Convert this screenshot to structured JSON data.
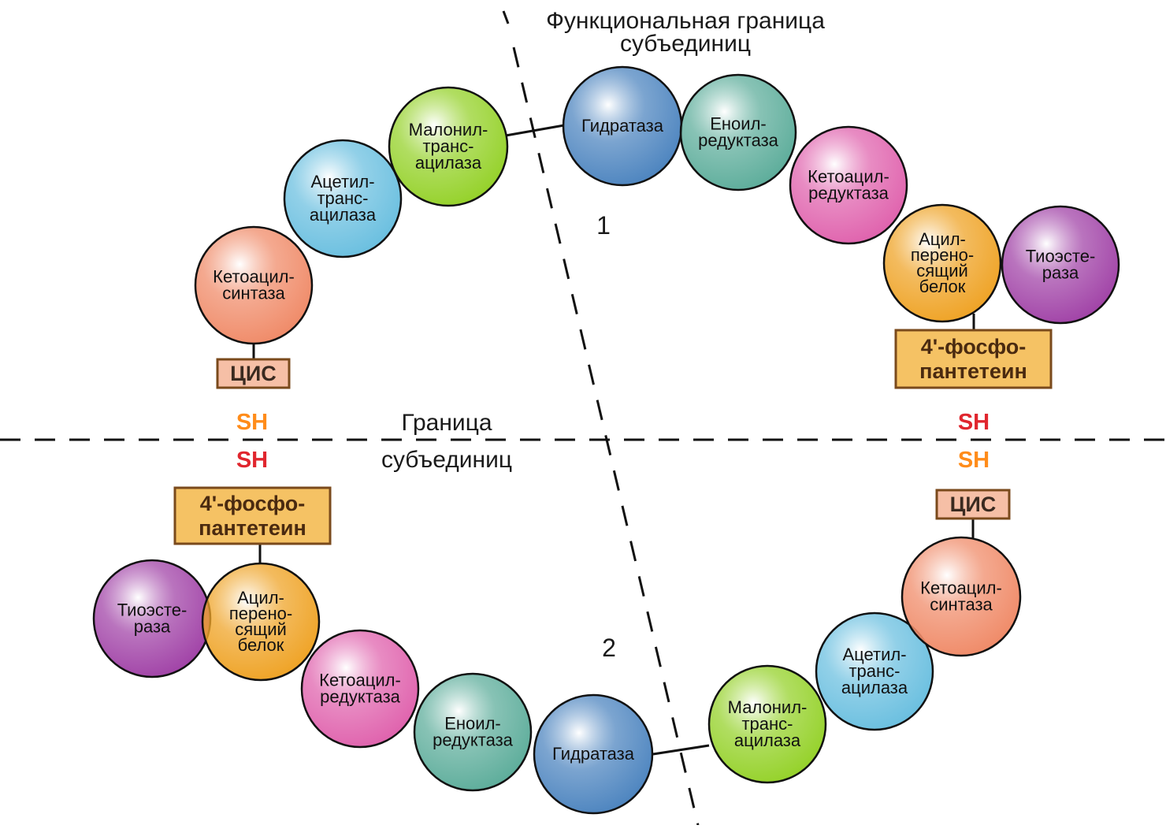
{
  "colors": {
    "hydratase": "#4f86c0",
    "enoyl_reductase": "#5fae9c",
    "ketoacyl_reductase": "#e064ae",
    "acyl_carrier": "#efa428",
    "thioesterase": "#a245a8",
    "malonyl": "#96d22c",
    "acetyl": "#6cc0e0",
    "ketoacyl_synthase": "#f08c6a",
    "box_fill": "#f5c264",
    "box_edge": "#7a4a1c",
    "cis_fill": "#f6bfa6",
    "sh_orange": "#ff8c1a",
    "sh_red": "#e0262e",
    "line": "#111111"
  },
  "labels": {
    "functional_boundary": [
      "Функциональная граница",
      "субъединиц"
    ],
    "subunit_boundary": [
      "Граница",
      "субъединиц"
    ],
    "subunit_1": "1",
    "subunit_2": "2"
  },
  "enzymes": [
    {
      "id": "hydratase-top",
      "text": [
        "Гидратаза"
      ],
      "color": "hydratase"
    },
    {
      "id": "enoyl-reductase-top",
      "text": [
        "Еноил-",
        "редуктаза"
      ],
      "color": "enoyl_reductase"
    },
    {
      "id": "ketoacyl-reductase-top",
      "text": [
        "Кетоацил-",
        "редуктаза"
      ],
      "color": "ketoacyl_reductase"
    },
    {
      "id": "acyl-carrier-top",
      "text": [
        "Ацил-",
        "перено-",
        "сящий",
        "белок"
      ],
      "color": "acyl_carrier"
    },
    {
      "id": "thioesterase-top",
      "text": [
        "Тиоэсте-",
        "раза"
      ],
      "color": "thioesterase"
    },
    {
      "id": "malonyl-top",
      "text": [
        "Малонил-",
        "транс-",
        "ацилаза"
      ],
      "color": "malonyl"
    },
    {
      "id": "acetyl-top",
      "text": [
        "Ацетил-",
        "транс-",
        "ацилаза"
      ],
      "color": "acetyl"
    },
    {
      "id": "ketoacyl-synthase-top",
      "text": [
        "Кетоацил-",
        "синтаза"
      ],
      "color": "ketoacyl_synthase"
    },
    {
      "id": "thioesterase-bottom",
      "text": [
        "Тиоэсте-",
        "раза"
      ],
      "color": "thioesterase"
    },
    {
      "id": "acyl-carrier-bottom",
      "text": [
        "Ацил-",
        "перено-",
        "сящий",
        "белок"
      ],
      "color": "acyl_carrier"
    },
    {
      "id": "ketoacyl-reductase-bottom",
      "text": [
        "Кетоацил-",
        "редуктаза"
      ],
      "color": "ketoacyl_reductase"
    },
    {
      "id": "enoyl-reductase-bottom",
      "text": [
        "Еноил-",
        "редуктаза"
      ],
      "color": "enoyl_reductase"
    },
    {
      "id": "hydratase-bottom",
      "text": [
        "Гидратаза"
      ],
      "color": "hydratase"
    },
    {
      "id": "malonyl-bottom",
      "text": [
        "Малонил-",
        "транс-",
        "ацилаза"
      ],
      "color": "malonyl"
    },
    {
      "id": "acetyl-bottom",
      "text": [
        "Ацетил-",
        "транс-",
        "ацилаза"
      ],
      "color": "acetyl"
    },
    {
      "id": "ketoacyl-synthase-bottom",
      "text": [
        "Кетоацил-",
        "синтаза"
      ],
      "color": "ketoacyl_synthase"
    }
  ],
  "boxes": [
    {
      "id": "cis-top",
      "text": [
        "ЦИС"
      ],
      "kind": "cis"
    },
    {
      "id": "phosphopantetheine-top",
      "text": [
        "4'-фосфо-",
        "пантетеин"
      ],
      "kind": "pp"
    },
    {
      "id": "phosphopantetheine-bottom",
      "text": [
        "4'-фосфо-",
        "пантетеин"
      ],
      "kind": "pp"
    },
    {
      "id": "cis-bottom",
      "text": [
        "ЦИС"
      ],
      "kind": "cis"
    }
  ],
  "sh_groups": [
    {
      "id": "sh-top-left",
      "text": "SH",
      "color": "sh_orange"
    },
    {
      "id": "sh-bottom-left",
      "text": "SH",
      "color": "sh_red"
    },
    {
      "id": "sh-top-right",
      "text": "SH",
      "color": "sh_red"
    },
    {
      "id": "sh-bottom-right",
      "text": "SH",
      "color": "sh_orange"
    }
  ]
}
